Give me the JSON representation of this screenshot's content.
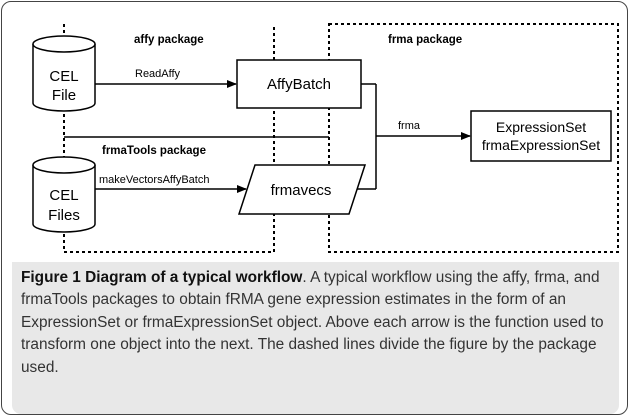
{
  "diagram": {
    "packages": {
      "affy": "affy package",
      "frma": "frma package",
      "frmatools": "frmaTools package"
    },
    "nodes": {
      "cel_file": [
        "CEL",
        "File"
      ],
      "cel_files": [
        "CEL",
        "Files"
      ],
      "affybatch": "AffyBatch",
      "frmavecs": "frmavecs",
      "expressionset": [
        "ExpressionSet",
        "frmaExpressionSet"
      ]
    },
    "edges": {
      "readaffy": "ReadAffy",
      "makevectors": "makeVectorsAffyBatch",
      "frma": "frma"
    }
  },
  "caption": {
    "title": "Figure 1 Diagram of a typical workflow",
    "body": ". A typical workflow using the affy, frma, and frmaTools packages to obtain fRMA gene expression estimates in the form of an ExpressionSet or frmaExpressionSet object. Above each arrow is the function used to transform one object into the next. The dashed lines divide the figure by the package used."
  }
}
